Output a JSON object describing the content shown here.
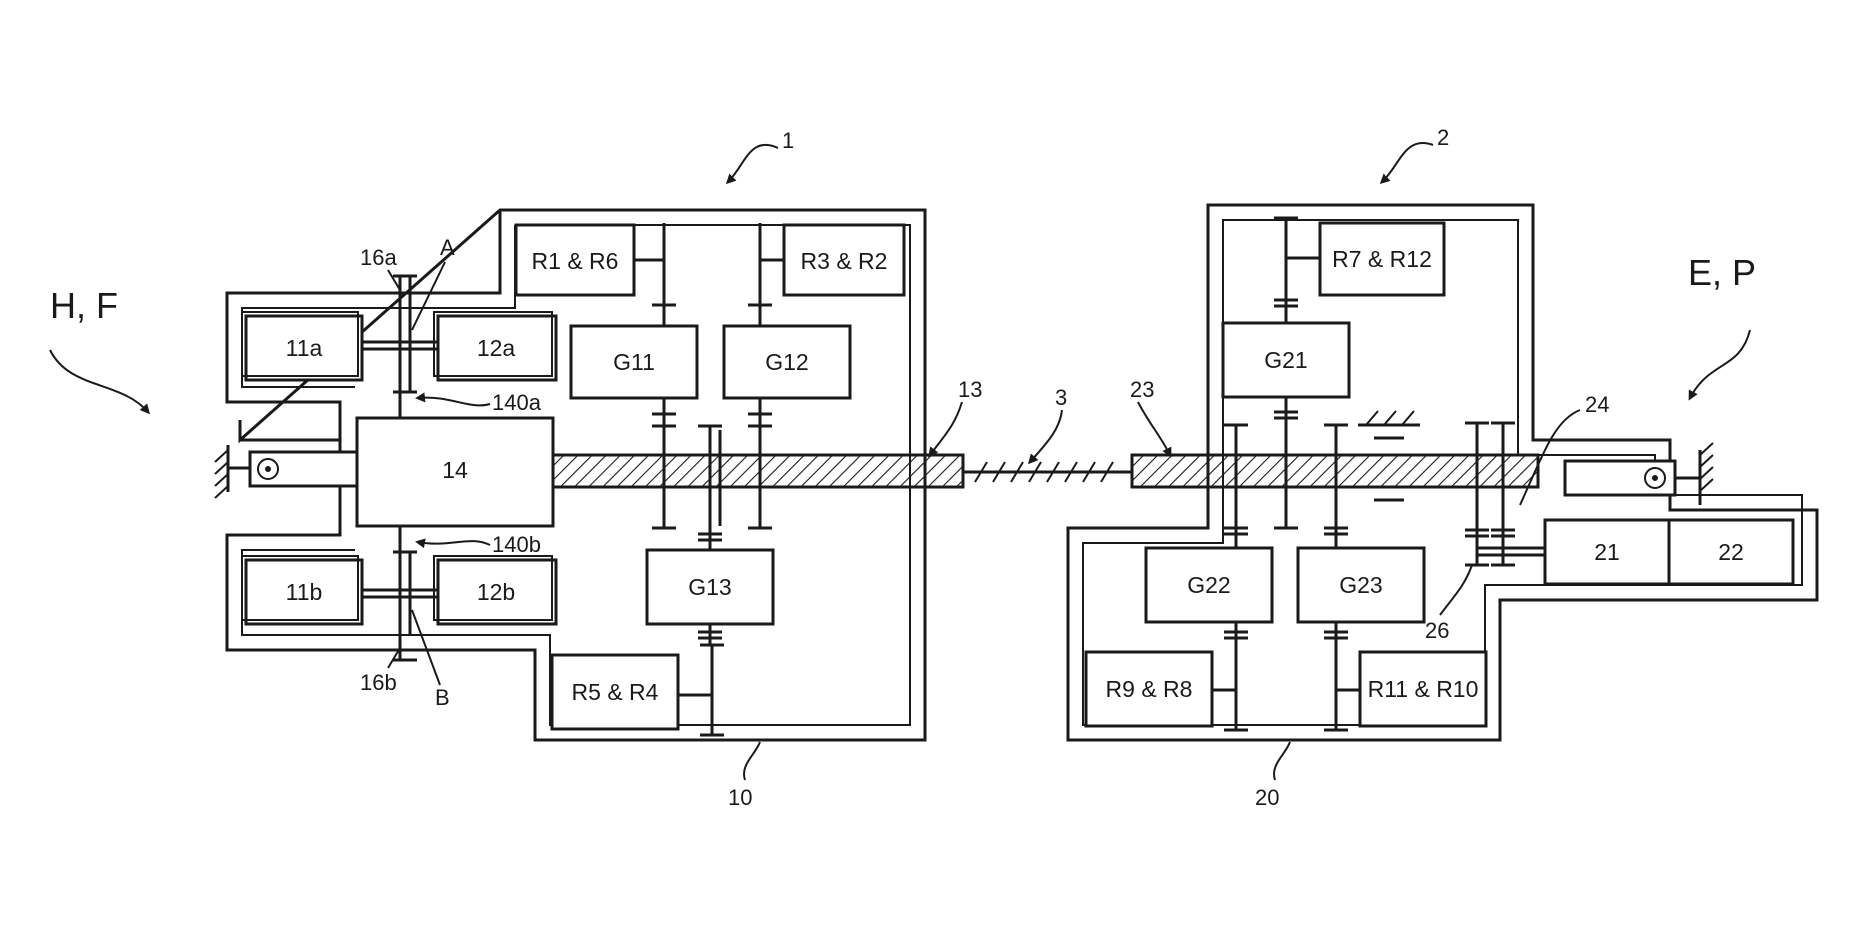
{
  "side_labels": {
    "left": "H, F",
    "right": "E, P"
  },
  "boxes": {
    "b11a": "11a",
    "b12a": "12a",
    "b11b": "11b",
    "b12b": "12b",
    "b14": "14",
    "r1r6": "R1 & R6",
    "r3r2": "R3 & R2",
    "r5r4": "R5 & R4",
    "g11": "G11",
    "g12": "G12",
    "g13": "G13",
    "r7r12": "R7 & R12",
    "g21": "G21",
    "g22": "G22",
    "g23": "G23",
    "r9r8": "R9 & R8",
    "r11r10": "R11 & R10",
    "b21": "21",
    "b22": "22"
  },
  "refs": {
    "r1": "1",
    "r2": "2",
    "r3": "3",
    "r10": "10",
    "r20": "20",
    "r13": "13",
    "r23": "23",
    "r24": "24",
    "r26": "26",
    "r16a": "16a",
    "r16b": "16b",
    "rA": "A",
    "rB": "B",
    "r140a": "140a",
    "r140b": "140b"
  },
  "colors": {
    "ink": "#1a1a1a",
    "background": "#ffffff"
  }
}
